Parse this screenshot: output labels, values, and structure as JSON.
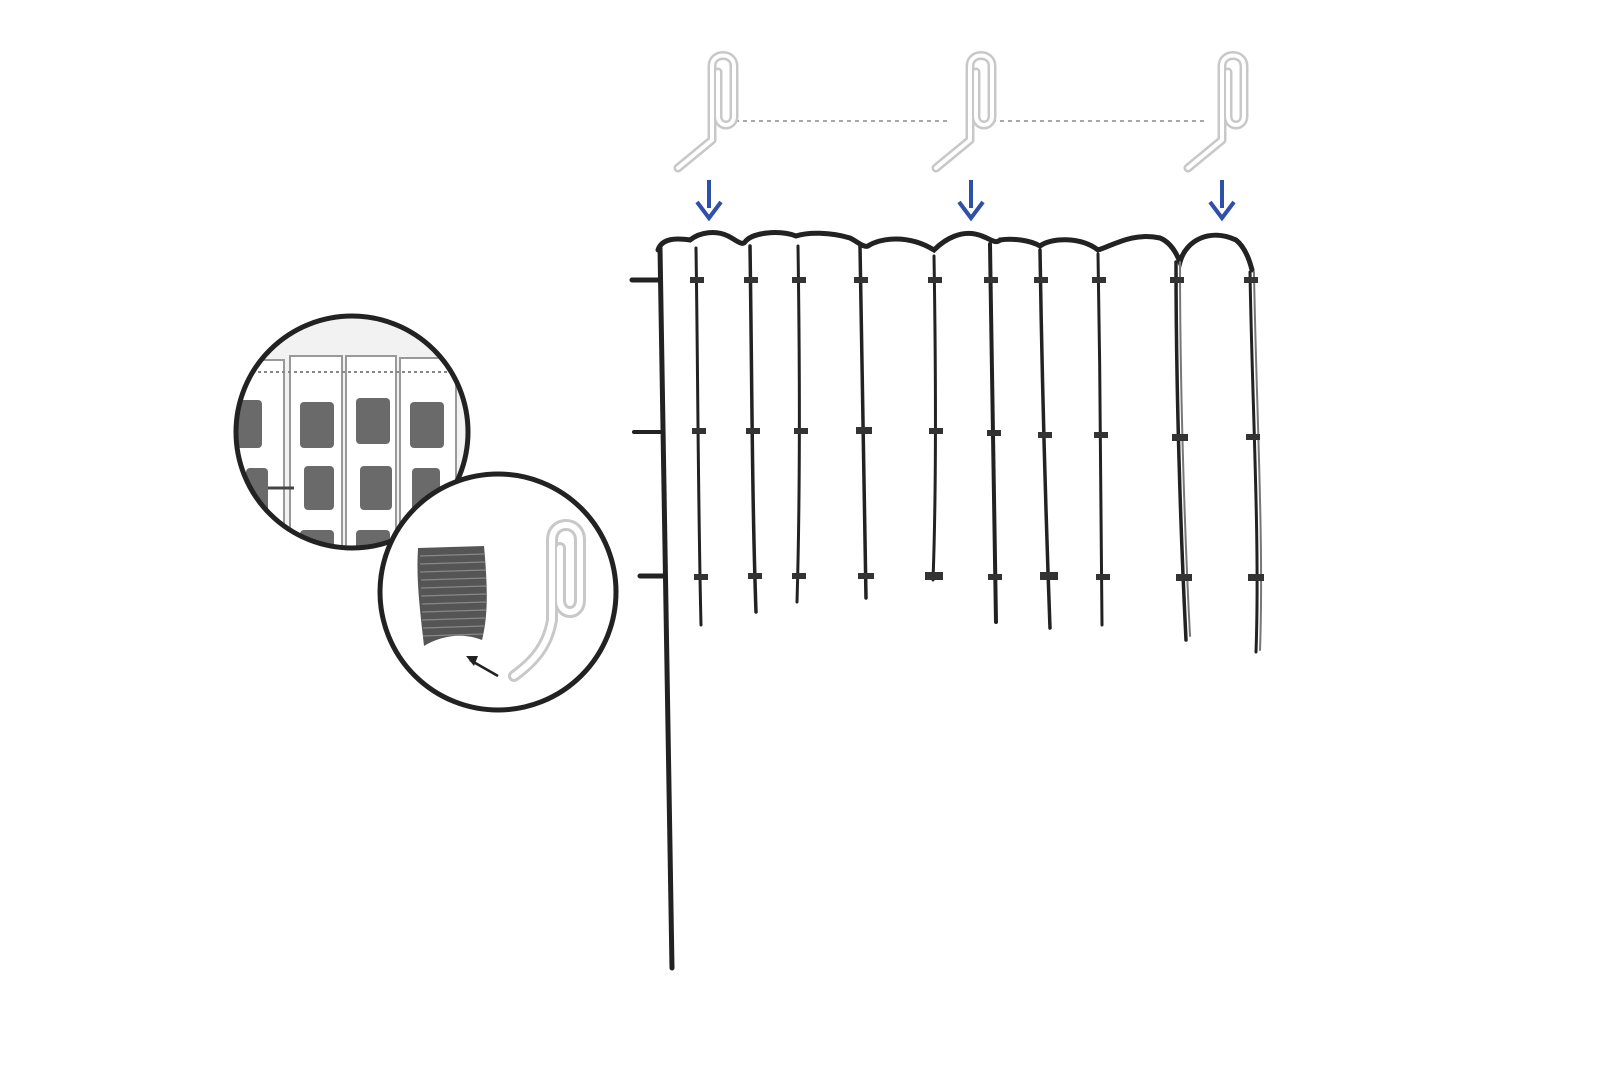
{
  "colors": {
    "background": "#ffffff",
    "ink": "#222222",
    "hook_outline": "#c8c8c8",
    "hook_fill": "#ffffff",
    "dotted_line": "#a8a8a8",
    "arrow": "#2f4fa8",
    "tape_pocket": "#6a6a6a",
    "tape_strip": "#dcdcdc"
  },
  "icons": {
    "hook": "curtain-hook-icon",
    "arrow": "arrow-down-icon",
    "zoom_tape": "heading-tape-detail",
    "zoom_hook": "hook-detail"
  },
  "hooks": [
    {
      "name": "hook-left"
    },
    {
      "name": "hook-middle"
    },
    {
      "name": "hook-right"
    }
  ],
  "arrows": [
    {
      "name": "arrow-left"
    },
    {
      "name": "arrow-middle"
    },
    {
      "name": "arrow-right"
    }
  ],
  "pleat_count": 11,
  "tape_rows": 3
}
